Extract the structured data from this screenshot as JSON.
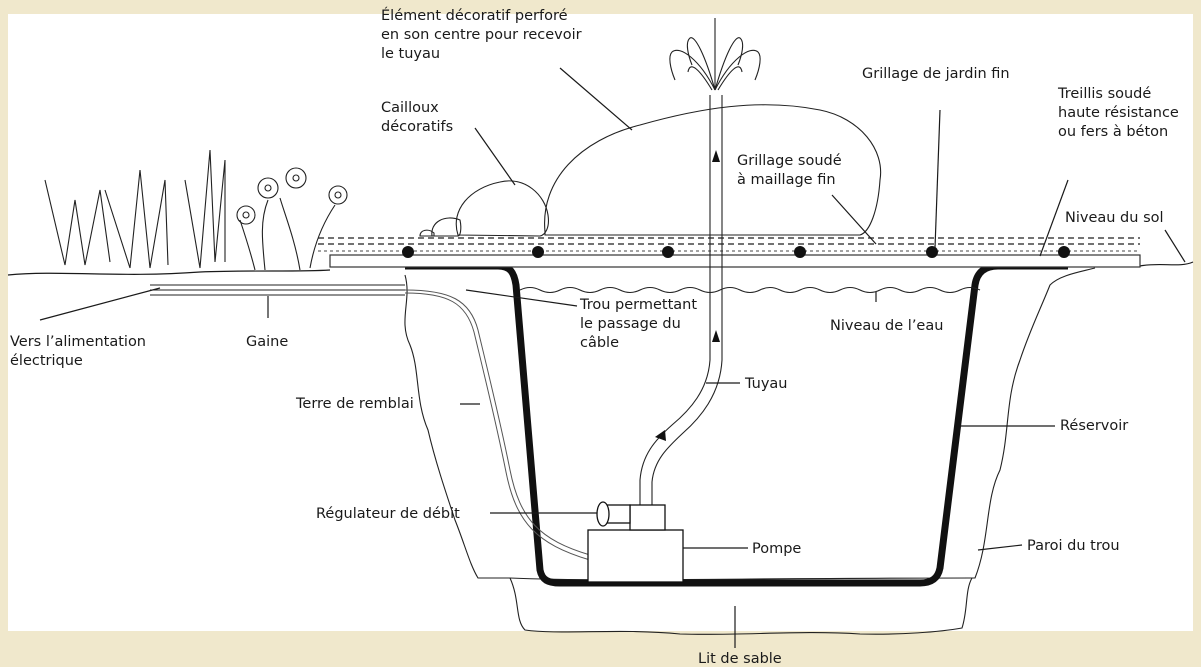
{
  "colors": {
    "background": "#f0e8cc",
    "panel": "#ffffff",
    "ink": "#1a1a1a",
    "ground_line": "#444444"
  },
  "labels": {
    "element_decoratif": [
      "Élément décoratif perforé",
      "en son centre pour recevoir",
      "le tuyau"
    ],
    "cailloux": [
      "Cailloux",
      "décoratifs"
    ],
    "grillage_jardin": [
      "Grillage de jardin fin"
    ],
    "treillis": [
      "Treillis soudé",
      "haute résistance",
      "ou fers à béton"
    ],
    "grillage_soude": [
      "Grillage soudé",
      "à maillage fin"
    ],
    "niveau_sol": [
      "Niveau du sol"
    ],
    "vers_alimentation": [
      "Vers l’alimentation",
      "électrique"
    ],
    "gaine": [
      "Gaine"
    ],
    "trou_passage": [
      "Trou permettant",
      "le passage du",
      "câble"
    ],
    "niveau_eau": [
      "Niveau de l’eau"
    ],
    "terre_remblai": [
      "Terre de remblai"
    ],
    "tuyau": [
      "Tuyau"
    ],
    "reservoir": [
      "Réservoir"
    ],
    "regulateur": [
      "Régulateur de débit"
    ],
    "pompe": [
      "Pompe"
    ],
    "paroi_trou": [
      "Paroi du trou"
    ],
    "lit_sable": [
      "Lit de sable"
    ]
  }
}
